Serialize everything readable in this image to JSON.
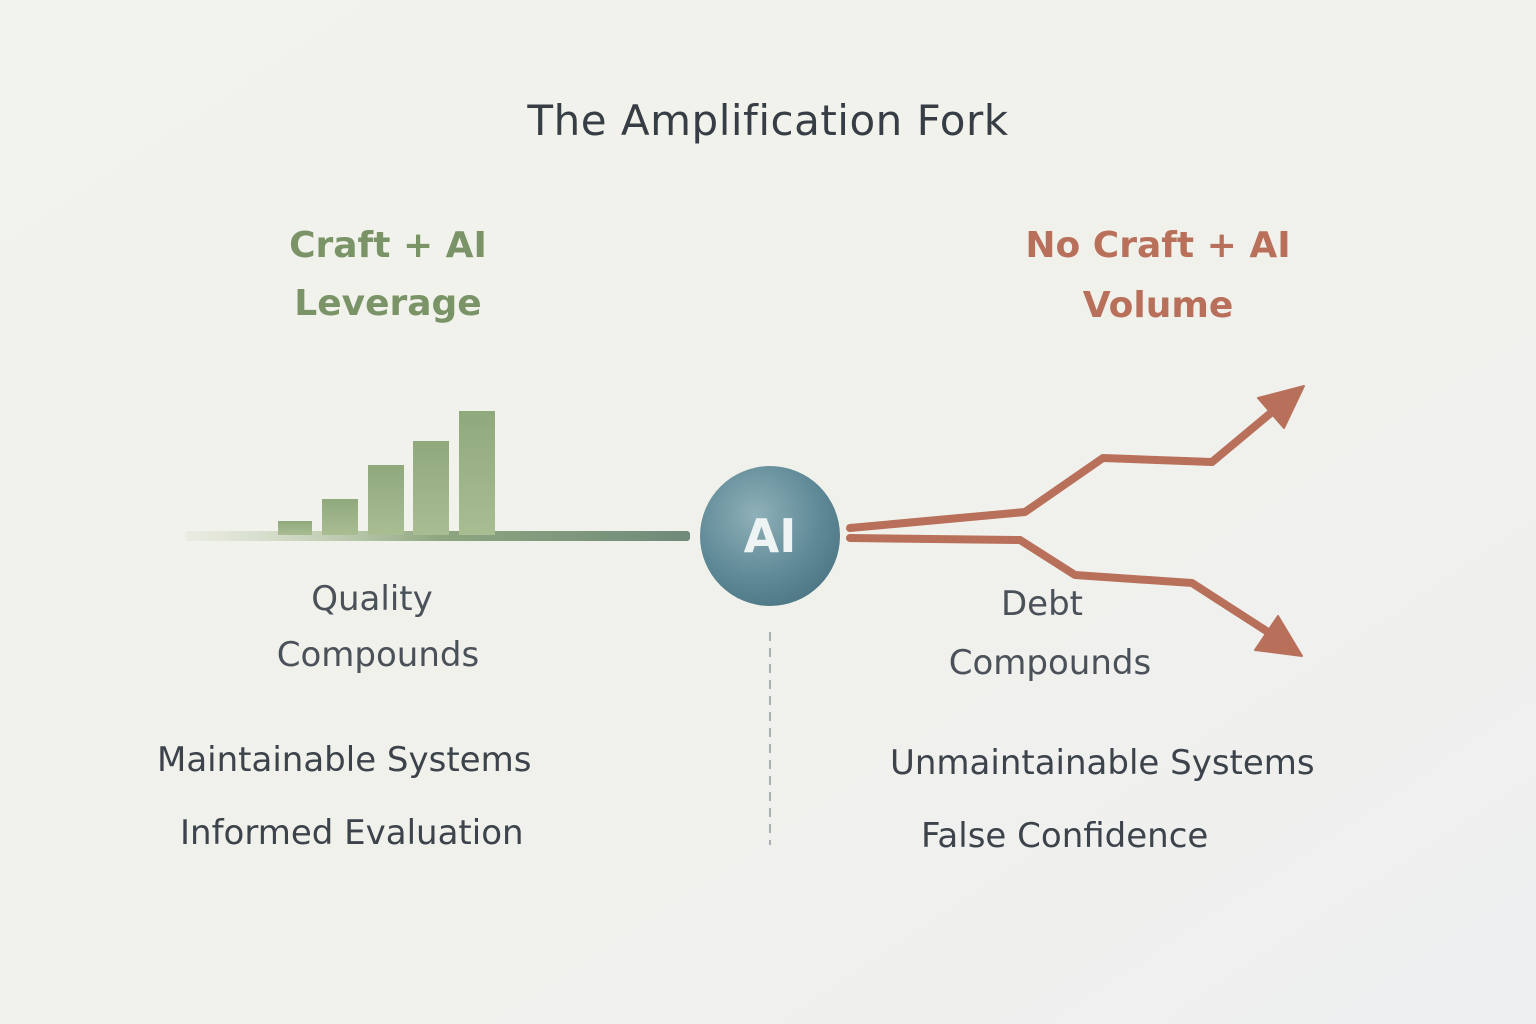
{
  "title": "The Amplification Fork",
  "left": {
    "heading_line1": "Craft + AI",
    "heading_line2": "Leverage",
    "outcome_line1": "Quality",
    "outcome_line2": "Compounds",
    "items": [
      "Maintainable Systems",
      "Informed Evaluation"
    ],
    "color": "#7a9468"
  },
  "right": {
    "heading_line1": "No Craft + AI",
    "heading_line2": "Volume",
    "outcome_line1": "Debt",
    "outcome_line2": "Compounds",
    "items": [
      "Unmaintainable Systems",
      "False Confidence"
    ],
    "color": "#b9705a"
  },
  "center": {
    "label": "AI",
    "color": "#5f8a97"
  },
  "icons": {
    "left_graphic": "rising-bar-chart-icon",
    "right_graphic": "diverging-arrows-icon",
    "divider": "dashed-divider"
  }
}
